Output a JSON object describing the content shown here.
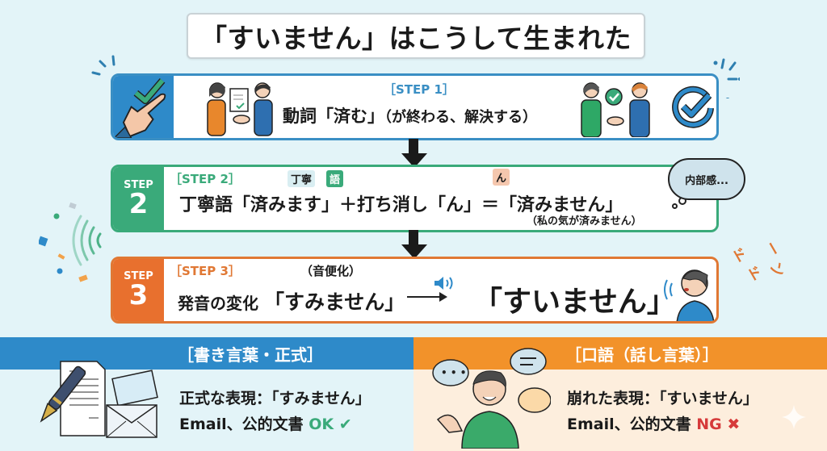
{
  "title": "「すいません」はこうして生まれた",
  "steps": [
    {
      "tag": "［STEP 1］",
      "main": "動詞「済む」",
      "paren": "（が終わる、解決する）",
      "color": "#3a8fc4"
    },
    {
      "badge_label": "STEP",
      "badge_num": "2",
      "tag": "［STEP 2］",
      "chip_teinei": "丁寧",
      "chip_go": "語",
      "chip_n": "ん",
      "main": "丁寧語「済みます」＋打ち消し「ん」＝「済みません」",
      "note": "（私の気が済みません）",
      "thought": "内部感...",
      "color": "#3aaa7a"
    },
    {
      "badge_label": "STEP",
      "badge_num": "3",
      "tag": "［STEP 3］",
      "note": "（音便化）",
      "main_prefix": "発音の変化",
      "main_word": "「すみません」",
      "result": "「すいません」",
      "sfx": "ドドーン",
      "color": "#e07834"
    }
  ],
  "panels": {
    "written": {
      "heading": "［書き言葉・正式］",
      "line1": "正式な表現：「すみません」",
      "line2_prefix": "Email、公的文書",
      "verdict": "OK",
      "verdict_icon": "check-icon",
      "color": "#2e8ac9"
    },
    "spoken": {
      "heading": "［口語（話し言葉）］",
      "line1": "崩れた表現：「すいません」",
      "line2_prefix": "Email、公的文書",
      "verdict": "NG",
      "verdict_icon": "cross-icon",
      "color": "#f2922a"
    }
  },
  "colors": {
    "background": "#e3f4f8",
    "blue": "#2e8ac9",
    "green": "#3aaa7a",
    "orange": "#e8702e",
    "ng_red": "#d63a3a"
  }
}
